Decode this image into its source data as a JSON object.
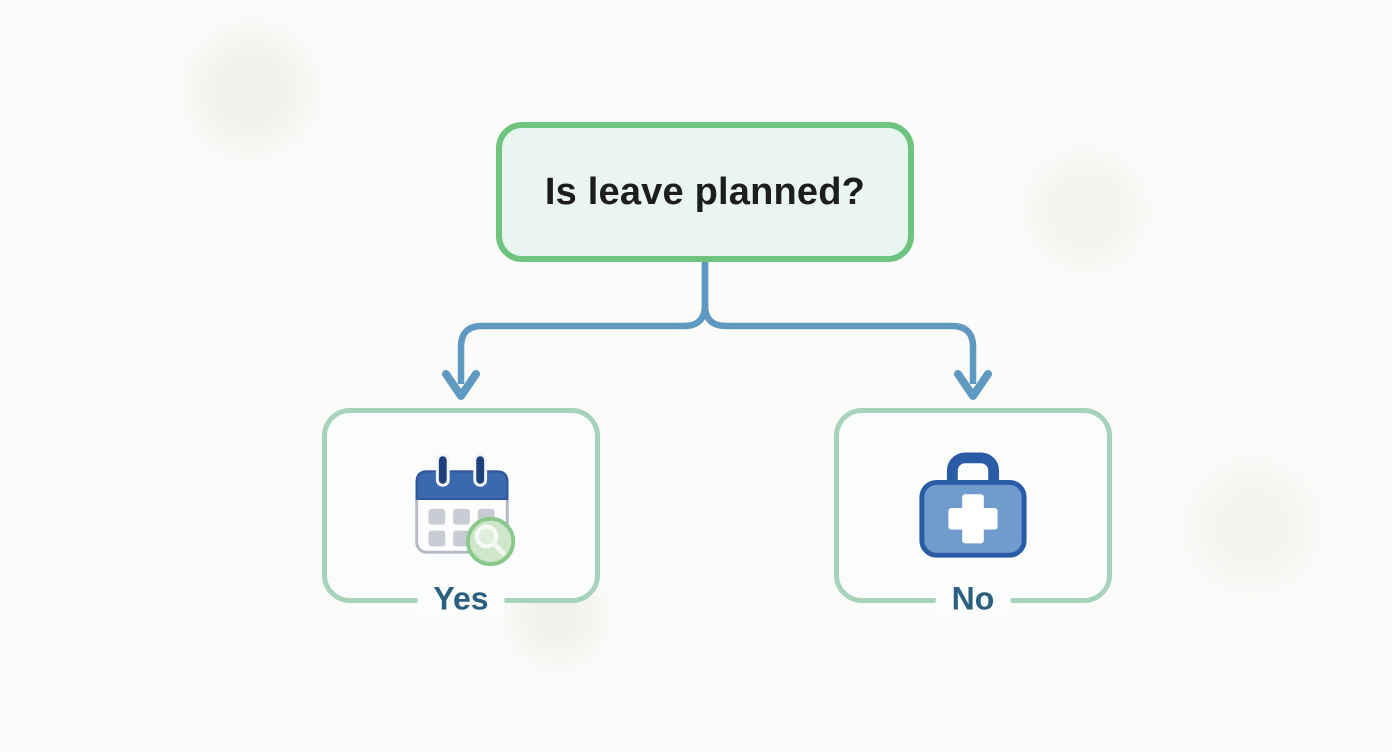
{
  "diagram": {
    "type": "decision-tree",
    "root_node": {
      "label": "Is leave planned?"
    },
    "branches": [
      {
        "answer": "Yes",
        "icon": "calendar-search-icon"
      },
      {
        "answer": "No",
        "icon": "first-aid-kit-icon"
      }
    ],
    "colors": {
      "page_background": "#fbfbf9",
      "root_border": "#6ec47e",
      "root_fill": "#e9f5ee",
      "root_text": "#1d1d1d",
      "connector_blue": "#5f98c0",
      "branch_border": "#a6d3ba",
      "branch_fill": "#fbfdfc",
      "branch_label_text": "#2b5f80",
      "calendar_header_blue": "#3a69b0",
      "calendar_peg_navy": "#20407c",
      "calendar_grid_gray": "#c7ccd5",
      "magnifier_green": "#8ac88c",
      "magnifier_fill": "#cfe6ca",
      "kit_body_blue": "#6f9ccd",
      "kit_outline_blue": "#2a5ca6",
      "kit_cross_white": "#ffffff"
    }
  }
}
